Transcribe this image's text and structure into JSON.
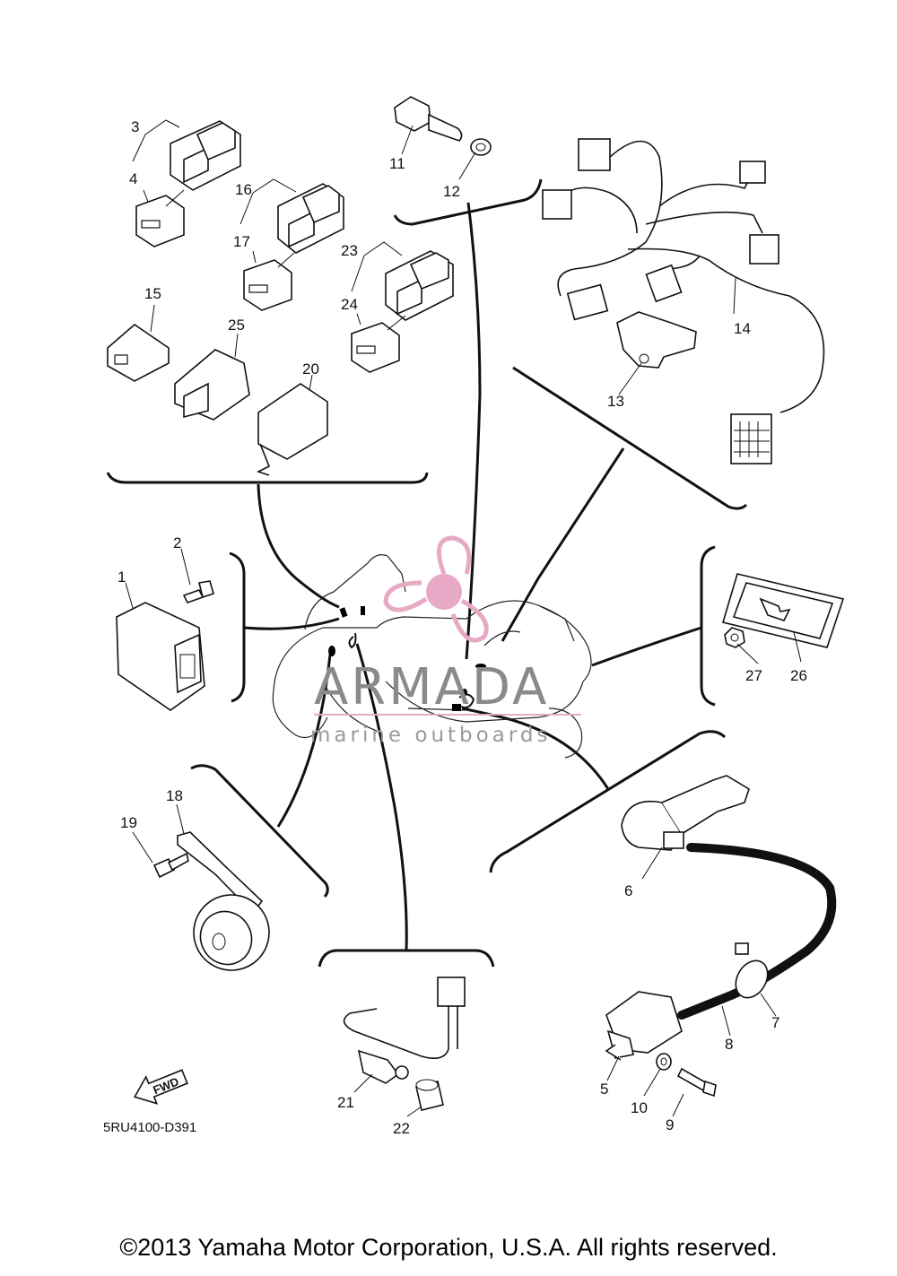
{
  "diagram_code": "5RU4100-D391",
  "fwd_label": "FWD",
  "copyright": "©2013 Yamaha Motor Corporation, U.S.A. All rights reserved.",
  "watermark": {
    "title": "ARMADA",
    "subtitle": "marine outboards",
    "logo_color": "#e7a9c6"
  },
  "callouts": [
    "1",
    "2",
    "3",
    "4",
    "5",
    "6",
    "7",
    "8",
    "9",
    "10",
    "11",
    "12",
    "13",
    "14",
    "15",
    "16",
    "17",
    "18",
    "19",
    "20",
    "21",
    "22",
    "23",
    "24",
    "25",
    "26",
    "27"
  ]
}
